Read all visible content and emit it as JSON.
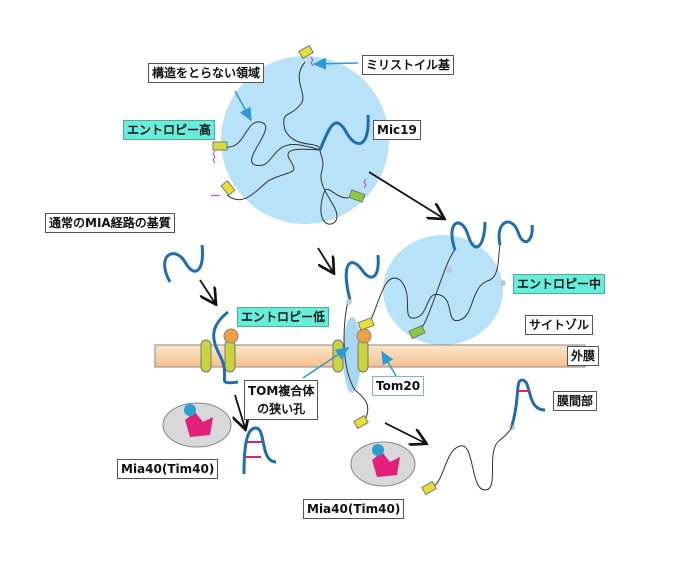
{
  "labels": {
    "unstructured_region": "構造をとらない領域",
    "myristoyl_group": "ミリストイル基",
    "entropy_high": "エントロピー高",
    "mic19": "Mic19",
    "normal_mia_substrate": "通常のMIA経路の基質",
    "entropy_low": "エントロピー低",
    "entropy_mid": "エントロピー中",
    "cytosol": "サイトゾル",
    "outer_membrane": "外膜",
    "tom_pore_line1": "TOM複合体",
    "tom_pore_line2": "の狭い孔",
    "tom20": "Tom20",
    "ims": "膜間部",
    "mia40_left": "Mia40(Tim40)",
    "mia40_bottom": "Mia40(Tim40)"
  },
  "colors": {
    "cloud": "#b8e2f8",
    "chain_blue": "#1f6fb0",
    "entropy_box": "#66eedd",
    "membrane": "#f8d2a8",
    "tom_channel": "#c8d43a",
    "tom20": "#f0a040",
    "myristoyl_tag": "#e8e030",
    "disulfide": "#e0207a"
  }
}
